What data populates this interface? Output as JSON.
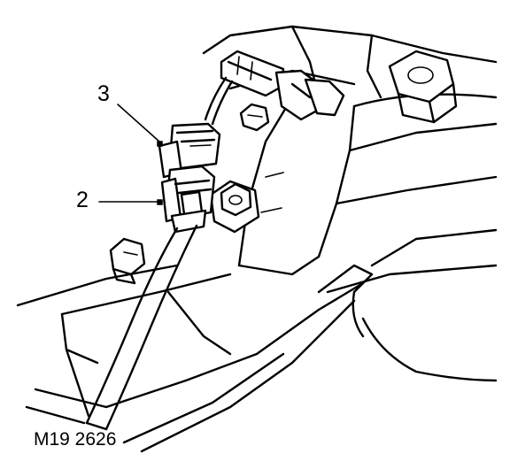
{
  "callouts": [
    {
      "id": "3",
      "label": "3"
    },
    {
      "id": "2",
      "label": "2"
    }
  ],
  "figure_code": "M19 2626"
}
